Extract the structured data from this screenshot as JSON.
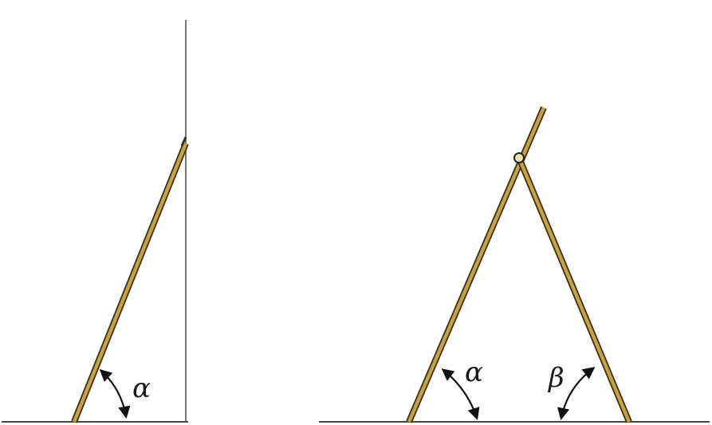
{
  "figure": {
    "left_panel": {
      "angle_label": "α"
    },
    "right_panel": {
      "left_angle_label": "α",
      "right_angle_label": "β"
    }
  },
  "colors": {
    "pole": "#c9a33a",
    "pole_edge": "#3a2f1a",
    "lines": "#444444",
    "background": "#ffffff"
  }
}
